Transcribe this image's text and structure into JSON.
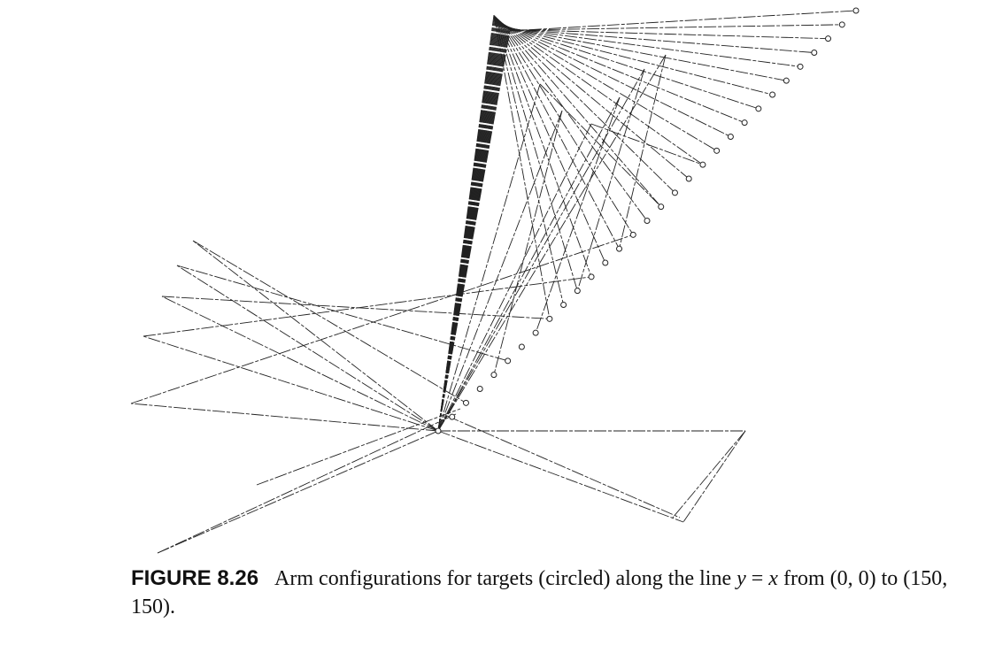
{
  "figure": {
    "label": "FIGURE 8.26",
    "caption_prefix": "Arm configurations for targets (circled) along the line ",
    "caption_eq_left": "y",
    "caption_eq_sign": " = ",
    "caption_eq_right": "x",
    "caption_suffix": " from (0, 0) to (150, 150)."
  },
  "diagram": {
    "line_start": [
      0,
      0
    ],
    "line_end": [
      150,
      150
    ],
    "target_count": 31
  }
}
